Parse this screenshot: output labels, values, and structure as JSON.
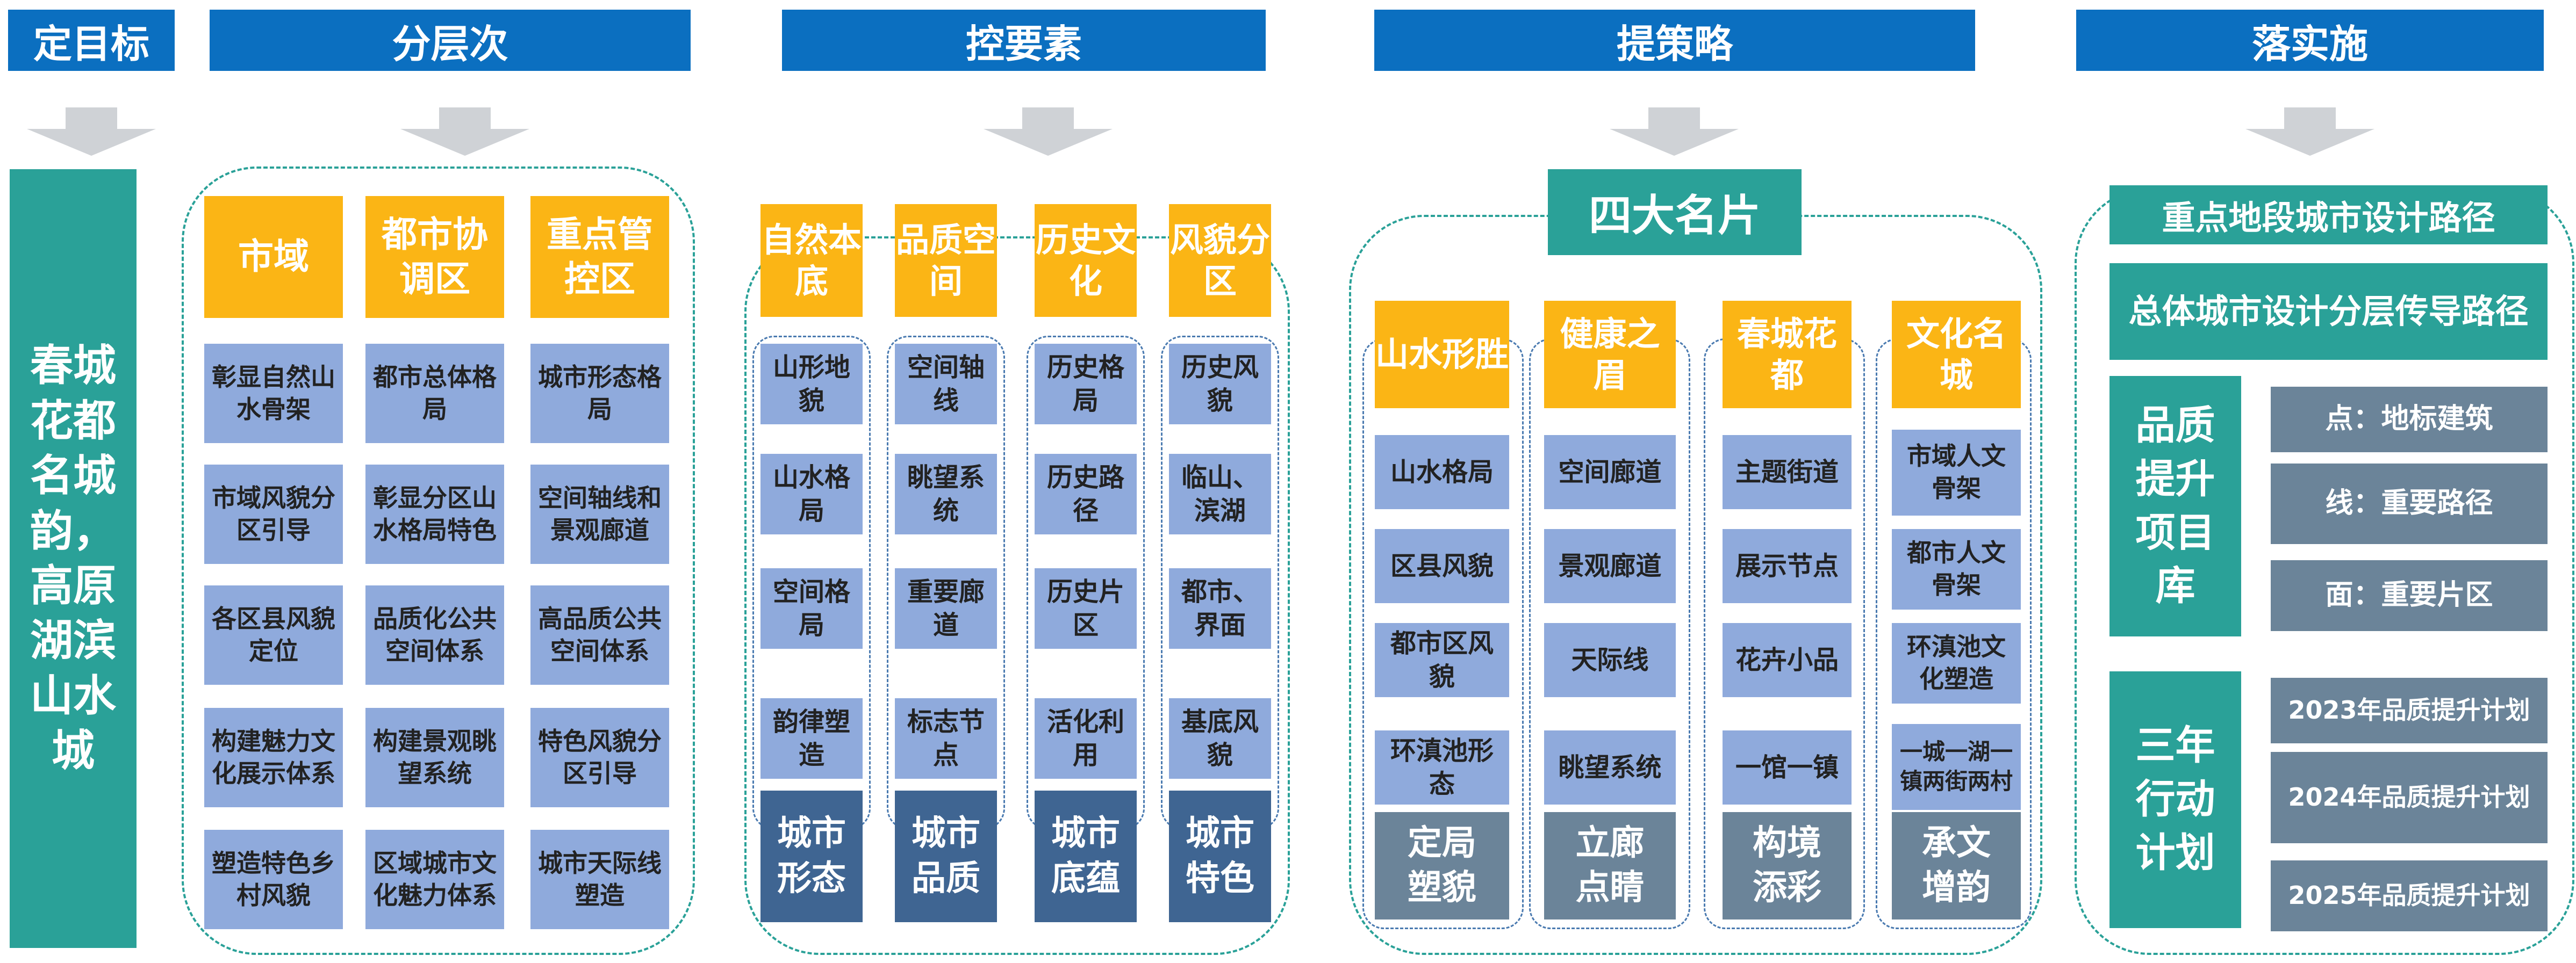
{
  "headers": {
    "h1": "定目标",
    "h2": "分层次",
    "h3": "控要素",
    "h4": "提策略",
    "h5": "落实施"
  },
  "goal": "春城花都名城韵，高原湖滨山水城",
  "layers": {
    "columns": [
      "市域",
      "都市协调区",
      "重点管控区"
    ],
    "rows": [
      [
        "彰显自然山水骨架",
        "都市总体格局",
        "城市形态格局"
      ],
      [
        "市域风貌分区引导",
        "彰显分区山水格局特色",
        "空间轴线和景观廊道"
      ],
      [
        "各区县风貌定位",
        "品质化公共空间体系",
        "高品质公共空间体系"
      ],
      [
        "构建魅力文化展示体系",
        "构建景观眺望系统",
        "特色风貌分区引导"
      ],
      [
        "塑造特色乡村风貌",
        "区域城市文化魅力体系",
        "城市天际线塑造"
      ]
    ]
  },
  "elements": [
    {
      "title": "自然本底",
      "items": [
        "山形地貌",
        "山水格局",
        "空间格局",
        "韵律塑造"
      ],
      "footer": "城市形态"
    },
    {
      "title": "品质空间",
      "items": [
        "空间轴线",
        "眺望系统",
        "重要廊道",
        "标志节点"
      ],
      "footer": "城市品质"
    },
    {
      "title": "历史文化",
      "items": [
        "历史格局",
        "历史路径",
        "历史片区",
        "活化利用"
      ],
      "footer": "城市底蕴"
    },
    {
      "title": "风貌分区",
      "items": [
        "历史风貌",
        "临山、滨湖",
        "都市、界面",
        "基底风貌"
      ],
      "footer": "城市特色"
    }
  ],
  "strategy": {
    "banner": "四大名片",
    "cards": [
      {
        "title": "山水形胜",
        "items": [
          "山水格局",
          "区县风貌",
          "都市区风貌",
          "环滇池形态"
        ],
        "footer": "定局塑貌"
      },
      {
        "title": "健康之眉",
        "items": [
          "空间廊道",
          "景观廊道",
          "天际线",
          "眺望系统"
        ],
        "footer": "立廊点睛"
      },
      {
        "title": "春城花都",
        "items": [
          "主题街道",
          "展示节点",
          "花卉小品",
          "一馆一镇"
        ],
        "footer": "构境添彩"
      },
      {
        "title": "文化名城",
        "items": [
          "市域人文骨架",
          "都市人文骨架",
          "环滇池文化塑造",
          "一城一湖一镇两街两村"
        ],
        "footer": "承文增韵"
      }
    ]
  },
  "implement": {
    "path1": "重点地段城市设计路径",
    "path2": "总体城市设计分层传导路径",
    "library_label": "品质提升项目库",
    "library_items": [
      "点：地标建筑",
      "线：重要路径",
      "面：重要片区"
    ],
    "plan_label": "三年行动计划",
    "plan_items": [
      "2023年品质提升计划",
      "2024年品质提升计划",
      "2025年品质提升计划"
    ]
  }
}
